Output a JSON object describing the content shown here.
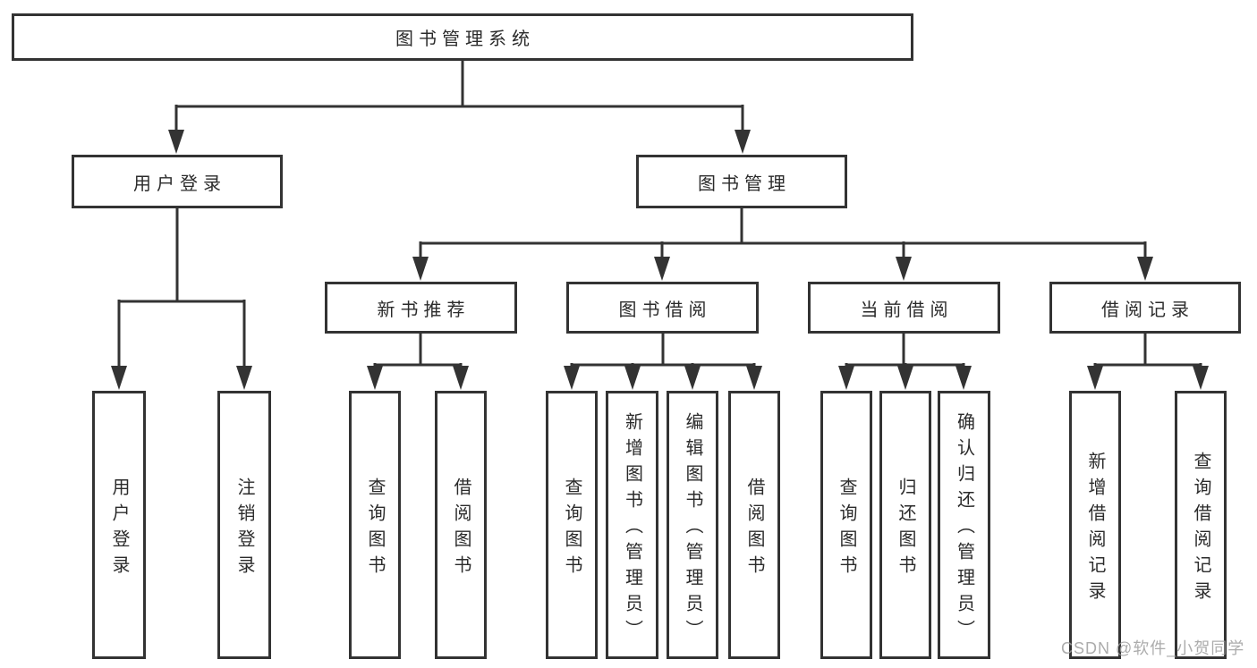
{
  "colors": {
    "background": "#ffffff",
    "line": "#333333",
    "box_border": "#333333",
    "text": "#2b2b2b",
    "watermark": "#9e9e9e"
  },
  "chart_type": "tree-diagram",
  "tree": {
    "label": "图书管理系统",
    "children": [
      {
        "label": "用户登录",
        "children": [
          {
            "label": "用户登录"
          },
          {
            "label": "注销登录"
          }
        ]
      },
      {
        "label": "图书管理",
        "children": [
          {
            "label": "新书推荐",
            "children": [
              {
                "label": "查询图书"
              },
              {
                "label": "借阅图书"
              }
            ]
          },
          {
            "label": "图书借阅",
            "children": [
              {
                "label": "查询图书"
              },
              {
                "label": "新增图书（管理员）"
              },
              {
                "label": "编辑图书（管理员）"
              },
              {
                "label": "借阅图书"
              }
            ]
          },
          {
            "label": "当前借阅",
            "children": [
              {
                "label": "查询图书"
              },
              {
                "label": "归还图书"
              },
              {
                "label": "确认归还（管理员）"
              }
            ]
          },
          {
            "label": "借阅记录",
            "children": [
              {
                "label": "新增借阅记录"
              },
              {
                "label": "查询借阅记录"
              }
            ]
          }
        ]
      }
    ]
  },
  "watermark": "CSDN @软件_小贺同学"
}
